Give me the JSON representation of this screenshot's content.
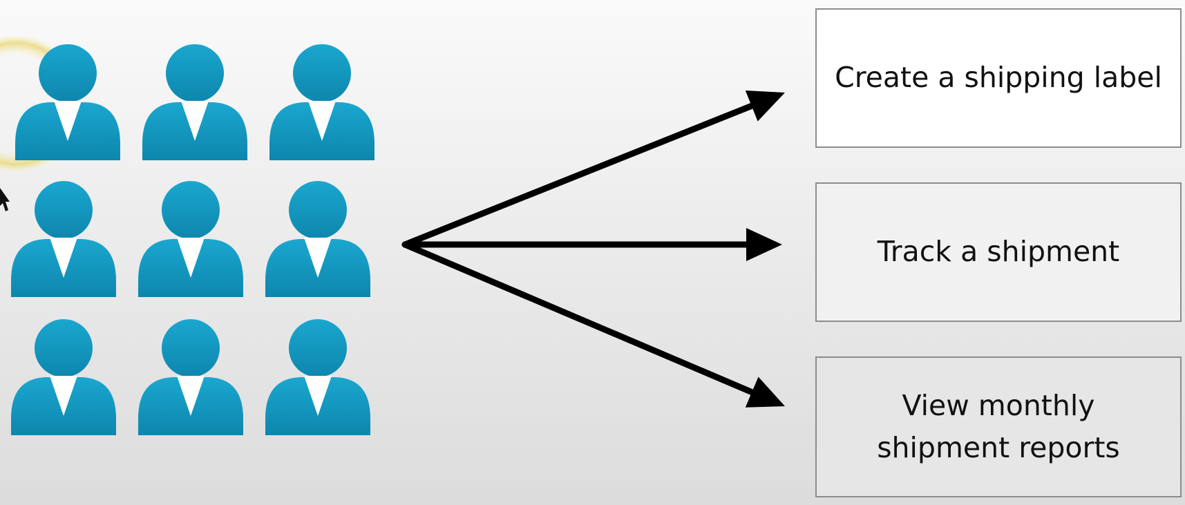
{
  "users": {
    "rows": 3,
    "columns": 3,
    "icon": "user-icon",
    "color": "#1aa7cf",
    "color_dark": "#0e86ad",
    "highlight": "#e9d97a"
  },
  "arrows": {
    "color": "#000000",
    "count": 3
  },
  "tasks": [
    {
      "label": "Create a shipping label"
    },
    {
      "label": "Track a shipment"
    },
    {
      "label": "View monthly shipment reports"
    }
  ],
  "cursor": {
    "icon": "mouse-pointer-icon"
  }
}
